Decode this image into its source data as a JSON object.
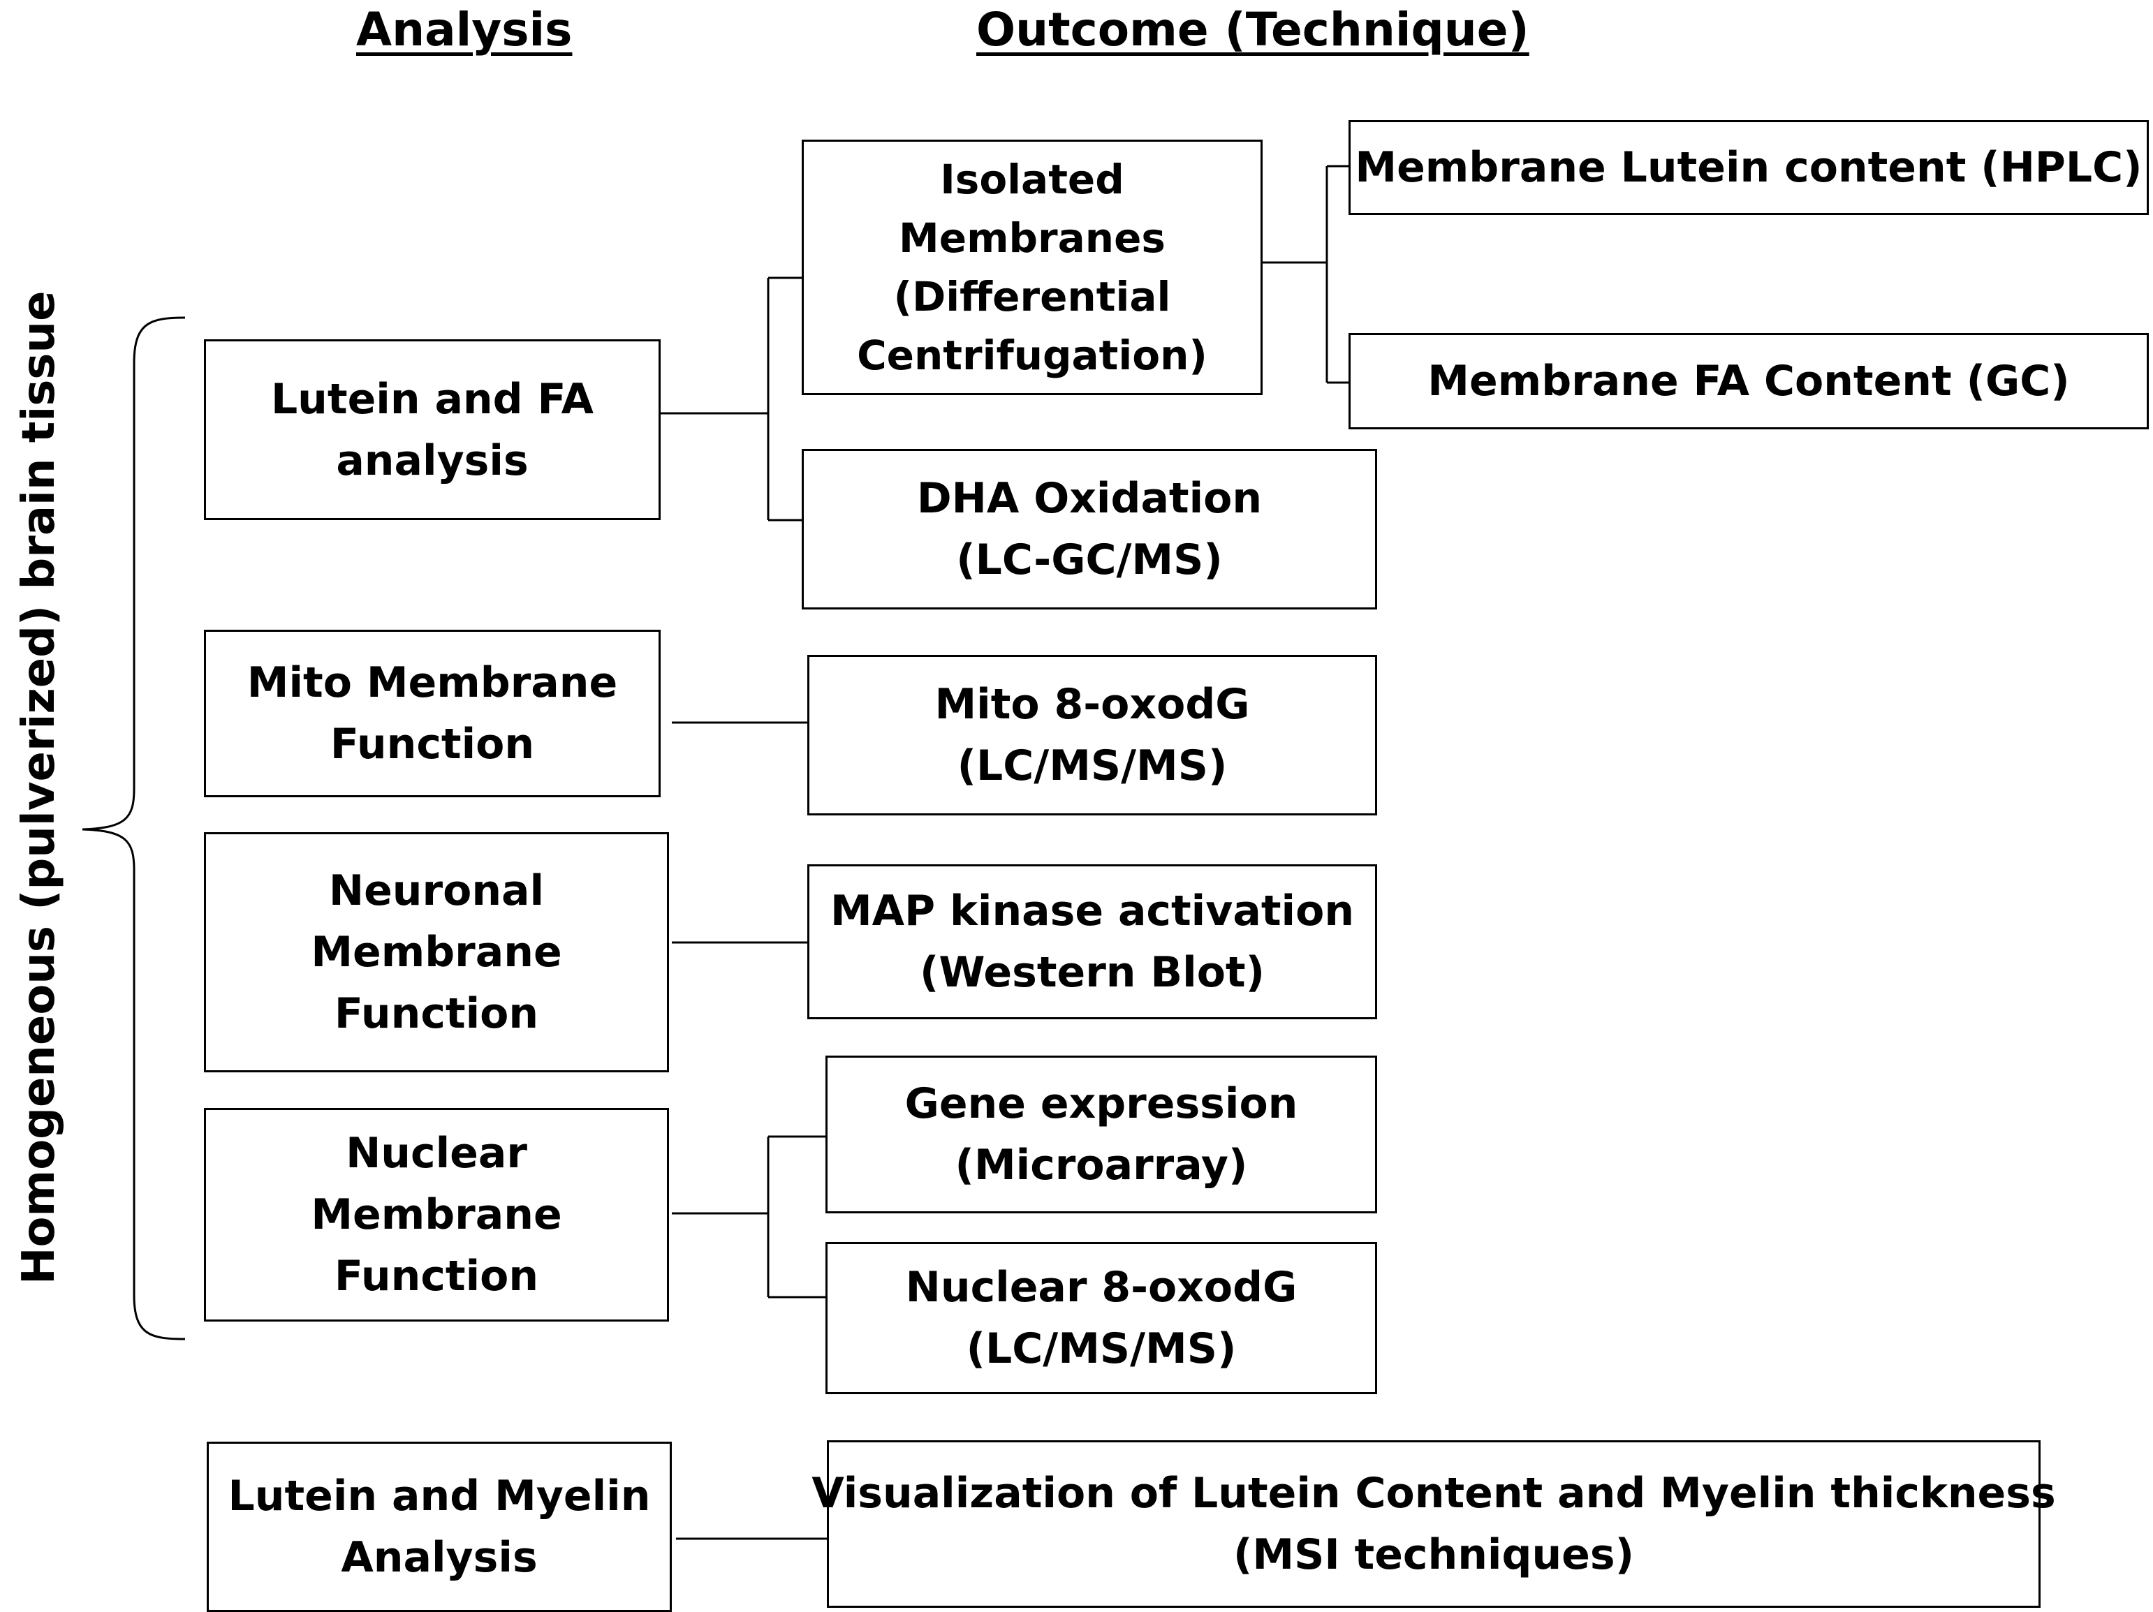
{
  "headings": {
    "analysis": "Analysis",
    "outcome": "Outcome (Technique)"
  },
  "side_label": "Homogeneous (pulverized) brain tissue",
  "analysis_boxes": [
    {
      "lines": [
        "Lutein and FA",
        "analysis"
      ]
    },
    {
      "lines": [
        "Mito Membrane",
        "Function"
      ]
    },
    {
      "lines": [
        "Neuronal",
        "Membrane",
        "Function"
      ]
    },
    {
      "lines": [
        "Nuclear",
        "Membrane",
        "Function"
      ]
    },
    {
      "lines": [
        "Lutein and Myelin",
        "Analysis"
      ]
    }
  ],
  "outcome_boxes": [
    {
      "lines": [
        "Isolated",
        "Membranes",
        "(Differential",
        "Centrifugation)"
      ]
    },
    {
      "lines": [
        "DHA Oxidation",
        "(LC-GC/MS)"
      ]
    },
    {
      "lines": [
        "Mito 8-oxodG",
        "(LC/MS/MS)"
      ]
    },
    {
      "lines": [
        "MAP kinase activation",
        "(Western Blot)"
      ]
    },
    {
      "lines": [
        "Gene expression",
        "(Microarray)"
      ]
    },
    {
      "lines": [
        "Nuclear 8-oxodG",
        "(LC/MS/MS)"
      ]
    },
    {
      "lines": [
        "Visualization of Lutein Content and Myelin thickness",
        "(MSI techniques)"
      ]
    }
  ],
  "membrane_boxes": [
    {
      "lines": [
        "Membrane Lutein content (HPLC)"
      ]
    },
    {
      "lines": [
        "Membrane FA Content (GC)"
      ]
    }
  ]
}
